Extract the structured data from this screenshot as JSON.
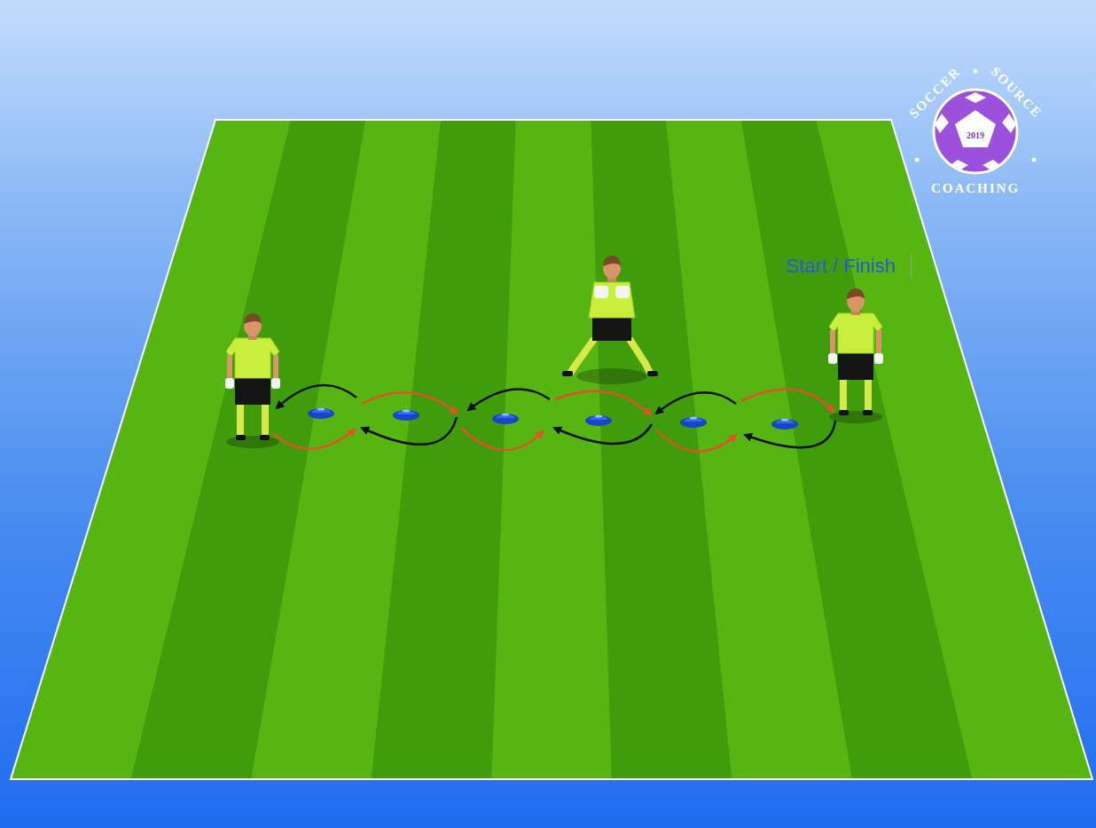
{
  "diagram": {
    "labels": [
      "Start / Finish",
      "SOCCER",
      "SOURCE",
      "COACHING",
      "2019"
    ]
  }
}
